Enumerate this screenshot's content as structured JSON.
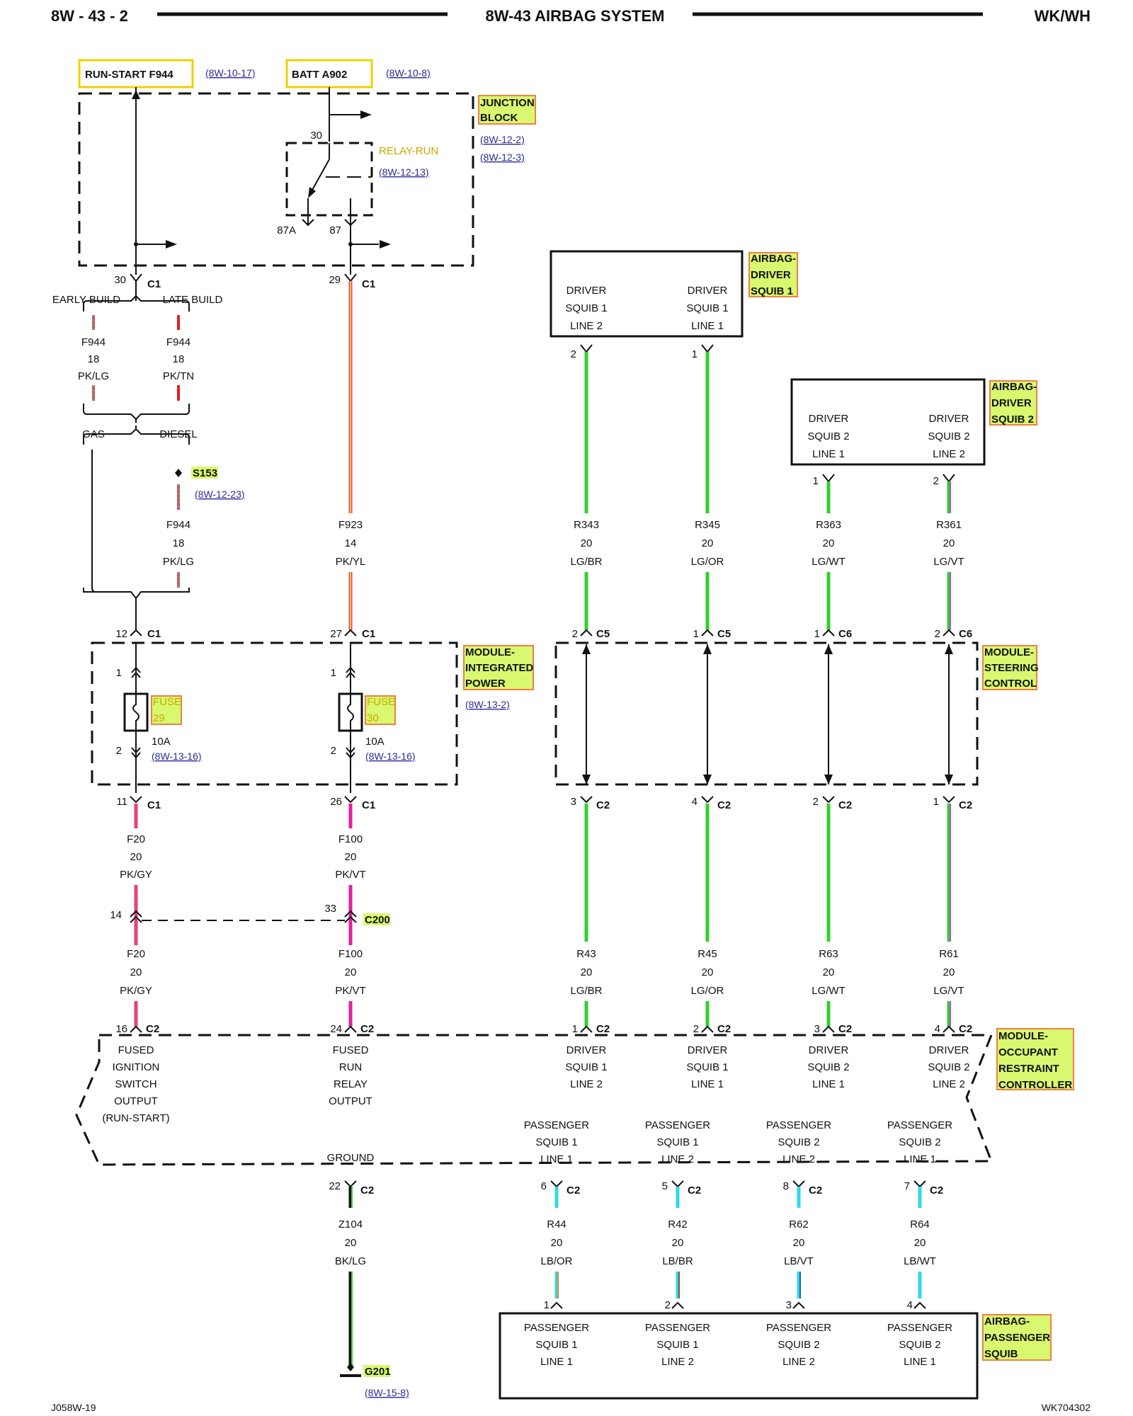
{
  "header": {
    "left": "8W - 43 - 2",
    "center": "8W-43 AIRBAG SYSTEM",
    "right": "WK/WH"
  },
  "footer": {
    "left": "J058W-19",
    "right": "WK704302"
  },
  "sources": {
    "run_start": {
      "label": "RUN-START F944",
      "ref": "(8W-10-17)"
    },
    "batt": {
      "label": "BATT A902",
      "ref": "(8W-10-8)"
    }
  },
  "junction_block": {
    "label": [
      "JUNCTION",
      "BLOCK"
    ],
    "refs": [
      "(8W-12-2)",
      "(8W-12-3)"
    ],
    "relay": {
      "label": "RELAY-RUN",
      "ref": "(8W-12-13)",
      "pin30": "30",
      "pin87A": "87A",
      "pin87": "87"
    }
  },
  "jb_connectors": {
    "left": {
      "pin": "30",
      "conn": "C1"
    },
    "right": {
      "pin": "29",
      "conn": "C1"
    }
  },
  "build_labels": {
    "early": "EARLY BUILD",
    "late": "LATE BUILD"
  },
  "fuel_labels": {
    "gas": "GAS",
    "diesel": "DIESEL"
  },
  "wires": {
    "f944_early": [
      "F944",
      "18",
      "PK/LG"
    ],
    "f944_late": [
      "F944",
      "18",
      "PK/TN"
    ],
    "f944_diesel": [
      "F944",
      "18",
      "PK/LG"
    ],
    "f923": [
      "F923",
      "14",
      "PK/YL"
    ],
    "r343": [
      "R343",
      "20",
      "LG/BR"
    ],
    "r345": [
      "R345",
      "20",
      "LG/OR"
    ],
    "r363": [
      "R363",
      "20",
      "LG/WT"
    ],
    "r361": [
      "R361",
      "20",
      "LG/VT"
    ],
    "f20a": [
      "F20",
      "20",
      "PK/GY"
    ],
    "f100a": [
      "F100",
      "20",
      "PK/VT"
    ],
    "f20b": [
      "F20",
      "20",
      "PK/GY"
    ],
    "f100b": [
      "F100",
      "20",
      "PK/VT"
    ],
    "r43": [
      "R43",
      "20",
      "LG/BR"
    ],
    "r45": [
      "R45",
      "20",
      "LG/OR"
    ],
    "r63": [
      "R63",
      "20",
      "LG/WT"
    ],
    "r61": [
      "R61",
      "20",
      "LG/VT"
    ],
    "z104": [
      "Z104",
      "20",
      "BK/LG"
    ],
    "r44": [
      "R44",
      "20",
      "LB/OR"
    ],
    "r42": [
      "R42",
      "20",
      "LB/BR"
    ],
    "r62": [
      "R62",
      "20",
      "LB/VT"
    ],
    "r64": [
      "R64",
      "20",
      "LB/WT"
    ]
  },
  "splice": {
    "label": "S153",
    "ref": "(8W-12-23)"
  },
  "ground": {
    "label": "G201",
    "ref": "(8W-15-8)"
  },
  "airbag_driver_squib1": {
    "label": [
      "AIRBAG-",
      "DRIVER",
      "SQUIB 1"
    ],
    "pins": [
      {
        "pin": "2",
        "text": [
          "DRIVER",
          "SQUIB 1",
          "LINE 2"
        ]
      },
      {
        "pin": "1",
        "text": [
          "DRIVER",
          "SQUIB 1",
          "LINE 1"
        ]
      }
    ]
  },
  "airbag_driver_squib2": {
    "label": [
      "AIRBAG-",
      "DRIVER",
      "SQUIB 2"
    ],
    "pins": [
      {
        "pin": "1",
        "text": [
          "DRIVER",
          "SQUIB 2",
          "LINE 1"
        ]
      },
      {
        "pin": "2",
        "text": [
          "DRIVER",
          "SQUIB 2",
          "LINE 2"
        ]
      }
    ]
  },
  "mip": {
    "label": [
      "MODULE-",
      "INTEGRATED",
      "POWER"
    ],
    "ref": "(8W-13-2)",
    "fuse29": {
      "label": "FUSE",
      "num": "29",
      "amp": "10A",
      "ref": "(8W-13-16)"
    },
    "fuse30": {
      "label": "FUSE",
      "num": "30",
      "amp": "10A",
      "ref": "(8W-13-16)"
    },
    "c1_in": [
      {
        "pin": "12",
        "conn": "C1"
      },
      {
        "pin": "27",
        "conn": "C1"
      }
    ],
    "c1_out": [
      {
        "pin": "11",
        "conn": "C1"
      },
      {
        "pin": "26",
        "conn": "C1"
      }
    ],
    "fuse_pins": [
      "1",
      "2"
    ]
  },
  "msc": {
    "label": [
      "MODULE-",
      "STEERING",
      "CONTROL"
    ],
    "top": [
      {
        "pin": "2",
        "conn": "C5"
      },
      {
        "pin": "1",
        "conn": "C5"
      },
      {
        "pin": "1",
        "conn": "C6"
      },
      {
        "pin": "2",
        "conn": "C6"
      }
    ],
    "bottom": [
      {
        "pin": "3",
        "conn": "C2"
      },
      {
        "pin": "4",
        "conn": "C2"
      },
      {
        "pin": "2",
        "conn": "C2"
      },
      {
        "pin": "1",
        "conn": "C2"
      }
    ]
  },
  "c200": {
    "label": "C200",
    "pins": [
      "14",
      "33"
    ]
  },
  "orc": {
    "label": [
      "MODULE-",
      "OCCUPANT",
      "RESTRAINT",
      "CONTROLLER"
    ],
    "top_pins": [
      {
        "pin": "16",
        "conn": "C2"
      },
      {
        "pin": "24",
        "conn": "C2"
      },
      {
        "pin": "1",
        "conn": "C2"
      },
      {
        "pin": "2",
        "conn": "C2"
      },
      {
        "pin": "3",
        "conn": "C2"
      },
      {
        "pin": "4",
        "conn": "C2"
      }
    ],
    "texts_top": [
      [
        "FUSED",
        "IGNITION",
        "SWITCH",
        "OUTPUT",
        "(RUN-START)"
      ],
      [
        "FUSED",
        "RUN",
        "RELAY",
        "OUTPUT"
      ],
      [
        "DRIVER",
        "SQUIB 1",
        "LINE 2"
      ],
      [
        "DRIVER",
        "SQUIB 1",
        "LINE 1"
      ],
      [
        "DRIVER",
        "SQUIB 2",
        "LINE 1"
      ],
      [
        "DRIVER",
        "SQUIB 2",
        "LINE 2"
      ]
    ],
    "texts_bottom": [
      [
        "GROUND"
      ],
      [
        "PASSENGER",
        "SQUIB 1",
        "LINE 1"
      ],
      [
        "PASSENGER",
        "SQUIB 1",
        "LINE 2"
      ],
      [
        "PASSENGER",
        "SQUIB 2",
        "LINE 2"
      ],
      [
        "PASSENGER",
        "SQUIB 2",
        "LINE 1"
      ]
    ],
    "bottom_pins": [
      {
        "pin": "22",
        "conn": "C2"
      },
      {
        "pin": "6",
        "conn": "C2"
      },
      {
        "pin": "5",
        "conn": "C2"
      },
      {
        "pin": "8",
        "conn": "C2"
      },
      {
        "pin": "7",
        "conn": "C2"
      }
    ]
  },
  "airbag_passenger_squib": {
    "label": [
      "AIRBAG-",
      "PASSENGER",
      "SQUIB"
    ],
    "pins": [
      "1",
      "2",
      "3",
      "4"
    ],
    "texts": [
      [
        "PASSENGER",
        "SQUIB 1",
        "LINE 1"
      ],
      [
        "PASSENGER",
        "SQUIB 1",
        "LINE 2"
      ],
      [
        "PASSENGER",
        "SQUIB 2",
        "LINE 2"
      ],
      [
        "PASSENGER",
        "SQUIB 2",
        "LINE 1"
      ]
    ]
  },
  "colors": {
    "pink": "#e8407a",
    "magenta": "#e020a0",
    "lightgreen": "#30d030",
    "lightblue": "#30d8e8",
    "yellow": "#f0d020",
    "orange": "#f08020",
    "red": "#e02020",
    "black": "#111111",
    "violet": "#b050e0",
    "brown": "#8a5a20",
    "label_fill": "#d8f870",
    "label_border": "#f08040",
    "source_border": "#f0d000"
  }
}
